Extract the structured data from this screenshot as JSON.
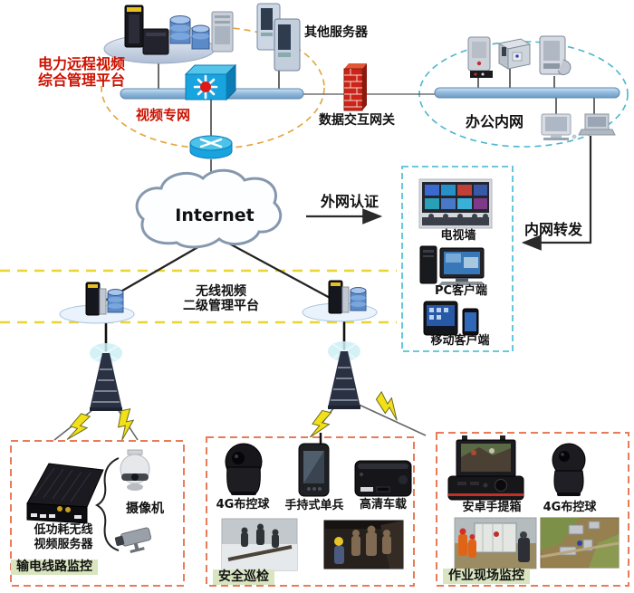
{
  "platform": {
    "title_line1": "电力远程视频",
    "title_line2": "综合管理平台",
    "network_label": "视频专网"
  },
  "top_section": {
    "other_servers": "其他服务器",
    "gateway": "数据交互网关",
    "office_network": "办公内网"
  },
  "internet": {
    "label": "Internet"
  },
  "flows": {
    "extranet_auth": "外网认证",
    "intranet_forward": "内网转发"
  },
  "clients": {
    "tv_wall": "电视墙",
    "pc": "PC客户端",
    "mobile": "移动客户端"
  },
  "wireless_platform": {
    "title_line1": "无线视频",
    "title_line2": "二级管理平台"
  },
  "zones": {
    "transmission": {
      "title": "输电线路监控",
      "server_line1": "低功耗无线",
      "server_line2": "视频服务器",
      "camera": "摄像机"
    },
    "patrol": {
      "title": "安全巡检",
      "ball": "4G布控球",
      "handheld": "手持式单兵",
      "vehicle": "高清车载"
    },
    "site": {
      "title": "作业现场监控",
      "case": "安卓手提箱",
      "ball": "4G布控球"
    }
  },
  "colors": {
    "red_text": "#cc1100",
    "bus_bar": "#8fb8dc",
    "device_blue": "#18a4de",
    "dashed_orange": "#e2a43c",
    "dashed_cyan": "#49b6ce",
    "dashed_yellow": "#e9d335",
    "zone_border": "#e87b58",
    "zone_label_bg": "#d9e5c0",
    "firewall_red": "#cc2418",
    "lightning_yellow": "#f2e018"
  }
}
